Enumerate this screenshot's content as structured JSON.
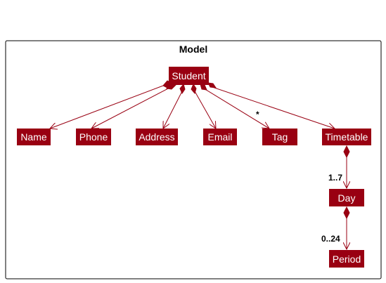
{
  "package": {
    "title": "Model"
  },
  "colors": {
    "node_fill": "#990012",
    "node_text": "#ffffff",
    "edge": "#990012",
    "frame": "#000000"
  },
  "nodes": {
    "student": "Student",
    "name": "Name",
    "phone": "Phone",
    "address": "Address",
    "email": "Email",
    "tag": "Tag",
    "timetable": "Timetable",
    "day": "Day",
    "period": "Period"
  },
  "multiplicities": {
    "tag": "*",
    "day": "1..7",
    "period": "0..24"
  }
}
